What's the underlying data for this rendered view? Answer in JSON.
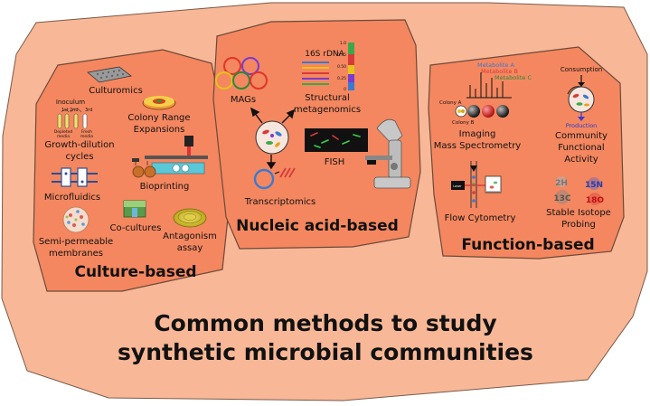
{
  "title": {
    "line1": "Common methods to study",
    "line2": "synthetic microbial communities"
  },
  "colors": {
    "outer": "#f8b796",
    "panel": "#f4875f",
    "outline": "#7a5a48"
  },
  "culture": {
    "heading": "Culture-based",
    "culturomics": "Culturomics",
    "inoculum": "Inoculum",
    "gd_1st": "1st",
    "gd_2nd": "2nd",
    "gd_3rd": "3rd",
    "depleted": "Depleted",
    "media": "media",
    "fresh": "Fresh",
    "fresh_media": "media",
    "growth_dilution": "Growth-dilution",
    "cycles": "cycles",
    "colony_range_1": "Colony Range",
    "colony_range_2": "Expansions",
    "microfluidics": "Microfluidics",
    "bioprinting": "Bioprinting",
    "semi_1": "Semi-permeable",
    "semi_2": "membranes",
    "cocultures": "Co-cultures",
    "antagonism_1": "Antagonism",
    "antagonism_2": "assay"
  },
  "nucleic": {
    "heading": "Nucleic acid-based",
    "mags": "MAGs",
    "rdna": "16S rDNA",
    "structural_1": "Structural",
    "structural_2": "metagenomics",
    "fish": "FISH",
    "transcriptomics": "Transcriptomics",
    "bar_ticks": [
      "1.0",
      "0.75",
      "0.50",
      "0.25",
      "0"
    ]
  },
  "function": {
    "heading": "Function-based",
    "metabolite_a": "Metabolite A",
    "metabolite_b": "Metabolite B",
    "metabolite_c": "Metabolite C",
    "colony_a": "Colony A",
    "colony_b": "Colony B",
    "imaging_1": "Imaging",
    "imaging_2": "Mass Spectrometry",
    "consumption": "Consumption",
    "production": "Production",
    "community_1": "Community",
    "community_2": "Functional",
    "community_3": "Activity",
    "laser": "Laser",
    "flow": "Flow Cytometry",
    "iso_2h": "2H",
    "iso_15n": "15N",
    "iso_13c": "13C",
    "iso_18o": "18O",
    "stable_1": "Stable Isotope",
    "stable_2": "Probing"
  }
}
